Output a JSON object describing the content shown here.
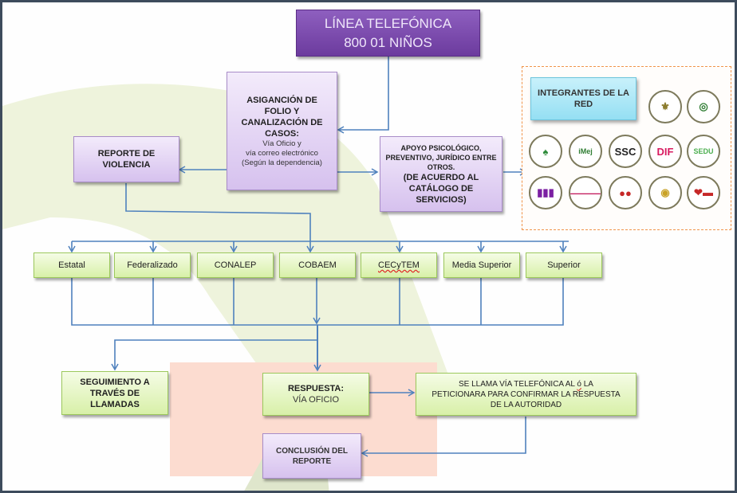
{
  "title": {
    "line1": "LÍNEA TELEFÓNICA",
    "line2": "800 01 NIÑOS"
  },
  "asignacion": {
    "heading": [
      "ASIGANCIÓN DE",
      "FOLIO Y",
      "CANALIZACIÓN DE",
      "CASOS:"
    ],
    "details": [
      "Vía Oficio y",
      "vía correo electrónico",
      "(Según la dependencia)"
    ]
  },
  "reporte": {
    "lines": [
      "REPORTE DE",
      "VIOLENCIA"
    ]
  },
  "apoyo": {
    "small": [
      "APOYO PSICOLÓGICO,",
      "PREVENTIVO, JURÍDICO ENTRE",
      "OTROS."
    ],
    "large": [
      "(DE ACUERDO AL",
      "CATÁLOGO DE",
      "SERVICIOS)"
    ]
  },
  "red": {
    "heading": [
      "INTEGRANTES DE LA",
      "RED"
    ],
    "logos": [
      {
        "name": "escudo-edomex-logo",
        "text": "⚜",
        "color": "#8a7a2a"
      },
      {
        "name": "secretaria-logo",
        "text": "◎",
        "color": "#2e7d32"
      },
      {
        "name": "salud-logo",
        "text": "♠",
        "color": "#2e8b3a"
      },
      {
        "name": "imej-logo",
        "text": "iMej",
        "color": "#2e7d32"
      },
      {
        "name": "ssc-logo",
        "text": "SSC",
        "color": "#222222"
      },
      {
        "name": "dif-logo",
        "text": "DIF",
        "color": "#d81b60"
      },
      {
        "name": "sedu-logo",
        "text": "SEDU",
        "color": "#4caf50"
      },
      {
        "name": "bars-logo",
        "text": "▮▮▮",
        "color": "#7b1fa2"
      },
      {
        "name": "instituto-logo",
        "text": "———",
        "color": "#c2185b"
      },
      {
        "name": "circles-logo",
        "text": "●●",
        "color": "#c62828"
      },
      {
        "name": "gold-logo",
        "text": "◉",
        "color": "#c9a227"
      },
      {
        "name": "red-green-logo",
        "text": "❤▬",
        "color": "#c62828"
      }
    ]
  },
  "categories": [
    "Estatal",
    "Federalizado",
    "CONALEP",
    "COBAEM",
    "CECyTEM",
    "Media Superior",
    "Superior"
  ],
  "seguimiento": {
    "lines": [
      "SEGUIMIENTO A",
      "TRAVÉS DE",
      "LLAMADAS"
    ]
  },
  "respuesta": {
    "heading": "RESPUESTA:",
    "detail": "VÍA OFICIO"
  },
  "llamada": {
    "line1_pre": "SE LLAMA VÍA TELEFÓNICA AL ",
    "line1_mark": "ó",
    "line1_post": " LA",
    "line2": "PETICIONARA PARA CONFIRMAR LA RESPUESTA",
    "line3": "DE LA AUTORIDAD"
  },
  "conclusion": {
    "lines": [
      "CONCLUSIÓN DEL",
      "REPORTE"
    ]
  },
  "colors": {
    "connector": "#4f81bd",
    "purple_dark": "#7a4aad",
    "green_fill": "#d8f0a8",
    "panel_border": "#f0944a",
    "salmon_bg": "#fcdcd0",
    "olive_bg": "#eef3dc"
  }
}
